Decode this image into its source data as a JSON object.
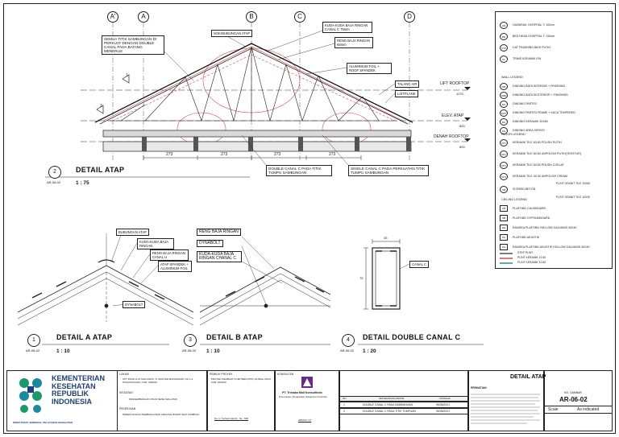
{
  "grid_labels": [
    "A'",
    "A",
    "B",
    "C",
    "D"
  ],
  "main_detail": {
    "title": "DETAIL ATAP",
    "number": "2",
    "code": "AR-06-02",
    "scale": "1 : 75",
    "level_lift": "LIFT ROOFTOP",
    "level_lift_val": "1070",
    "level_elev": "ELEV. ATAP",
    "level_elev_val": "800",
    "level_denah": "DENAH ROOFTOP",
    "level_denah_val": "800",
    "dims": [
      "273",
      "273",
      "273",
      "273"
    ],
    "mark_1": "1",
    "mark_2": "2",
    "callout_a": "SEMUA TITIK SAMBUNGAN DI PERKUAT DENGAN DOUBLE CANAL PADA BATANG MENERUS",
    "callout_b": "NOK/BUBUNGAN ATAP",
    "callout_c": "KUDA-KUDA BAJA RINGAN CANAL C 75mm",
    "callout_d": "RENG BAJA RINGAN 65mm",
    "callout_e": "ALUMINIUM FOIL + ROOF SPANDEK",
    "callout_f": "TALANG AIR",
    "callout_g": "LISTPLANK",
    "callout_h": "DOUBLE CANAL C PADA TITIK TUMPU SAMBUNGAN",
    "callout_i": "SINGLE CANAL C PADA PERKUATAN TITIK TUMPU SAMBUNGAN"
  },
  "detail_a": {
    "number": "1",
    "code": "AR-06-02",
    "title": "DETAIL A ATAP",
    "scale": "1 : 10",
    "label_1": "BUBUNGAN ATAP",
    "label_2": "KUDA-KUDA BAJA RINGAN",
    "label_3": "RENG BAJA RINGAN CANAL U",
    "label_4": "ATAP SPANDEK + ALUMINIUM FOIL",
    "label_5": "DYNABOLT"
  },
  "detail_b": {
    "number": "3",
    "code": "AR-06-02",
    "title": "DETAIL B ATAP",
    "scale": "1 : 10",
    "label_1": "RENG BAJA RINGAN",
    "label_2": "DYNABOLT",
    "label_3": "KUDA-KUDA BAJA RINGAN CHANAL C"
  },
  "detail_c": {
    "number": "4",
    "code": "AR-06-02",
    "title": "DETAIL DOUBLE CANAL C",
    "scale": "1 : 20",
    "dim_w": "35",
    "dim_h": "75",
    "label": "CANAL C"
  },
  "legend": {
    "top": [
      {
        "sym": "HR",
        "text": "HANDRAIL HOSPITAL T: 100cm"
      },
      {
        "sym": "BR",
        "text": "BED HEAD HOSPITAL T: 150cm"
      },
      {
        "sym": "CTP",
        "text": "CAT FINISHING BIKE PUTIH"
      },
      {
        "sym": "PL",
        "text": "TRIMS KERAMIK FIN"
      }
    ],
    "wall_title": "WALL LEGEND",
    "wall": [
      {
        "sym": "DBI",
        "text": "DINDING BATA INTERIOR + FINISHING"
      },
      {
        "sym": "DBE",
        "text": "DINDING BATA EKSTERIOR + FINISHING"
      },
      {
        "sym": "DP",
        "text": "DINDING PARTISI"
      },
      {
        "sym": "DPK",
        "text": "DINDING PARTISI FRAME + KACA TEMPERED"
      },
      {
        "sym": "DK",
        "text": "DINDING KERAMIK 30X60"
      },
      {
        "sym": "DS",
        "text": "DINDING AREA SERVIS"
      }
    ],
    "floor_title": "FLOOR LEGEND",
    "floor": [
      {
        "sym": "KP1",
        "text": "KERAMIK TILE 60.60 POLISH PUTIH"
      },
      {
        "sym": "KP2",
        "text": "KERAMIK TILE 60.60 UNPOLISH PUTIH(TEKSTUR)"
      },
      {
        "sym": "KP3",
        "text": "KERAMIK TILE 60.60 POLISH COKLAT"
      },
      {
        "sym": "KP4",
        "text": "KERAMIK TILE 30.30 UNPOLISH CREAM"
      },
      {
        "sym": "SB",
        "text": "SCREED BETON"
      }
    ],
    "plint_1": "PLINT GRANIT TILE 10X60",
    "plint_2": "PLINT GRANIT TILE 10X30",
    "ceiling_title": "CEILING LEGEND",
    "ceiling": [
      {
        "sym": "CB",
        "text": "PLAFOND CALSIBOARD"
      },
      {
        "sym": "GB",
        "text": "PLAFOND GYPSUMBOARD"
      },
      {
        "sym": "RH",
        "text": "RANGKA PLAFOND HOLLOW GALVANIS 40X40"
      },
      {
        "sym": "PA",
        "text": "PLAFOND AKUSTIK"
      },
      {
        "sym": "RA",
        "text": "RANGKA PLAFOND AKUSTIK HOLLOW GALVANIS 40X40"
      }
    ],
    "lines": [
      "STEP PLINT",
      "PLINT KERAMIK 10.30",
      "PLINT KERAMIK 10.60"
    ]
  },
  "title_block": {
    "ministry_line1": "KEMENTERIAN",
    "ministry_line2": "KESEHATAN",
    "ministry_line3": "REPUBLIK",
    "ministry_line4": "INDONESIA",
    "directorate": "DIREKTORAT JENDERAL PELAYANAN KESEHATAN",
    "lokasi_lbl": "LOKASI",
    "lokasi_val": "UPT RSUD H.M. MOLONDO, Jl. WOLTER MONGINSIDI, NO 1-2, PANAKKUKANG, KAB. SIDRAP",
    "kegiatan_lbl": "KEGIATAN",
    "kegiatan_val": "PENGEMBANGAN RSUD NENE MALLOMO",
    "pekerjaan_lbl": "PEKERJAAN",
    "pekerjaan_val": "PERENCANAAN PEMBANGUNAN GEDUNG RAWAT INAP KAMBOJA",
    "pemilik_lbl": "PEMILIK PROYEK",
    "pemilik_val": "PROYEK PEMBUAT KOMITMEN (PPK) RUMAH SAKIT KAB. SIDRAP",
    "sign_name": "Ns. H. Sehrah Hamid., Ns., MM",
    "konsultan_lbl": "KONSULTAN",
    "konsultan_val": "PT. Trimaka Mali Konsultindo",
    "konsultan_sub": "Perencanaan, Pengawasan, Manajemen Konstruksi",
    "konsultan_sign": "ARMAN, ST",
    "rev_header": [
      "NO",
      "KETERANGAN REVISI",
      "TANGGAL"
    ],
    "revisions": [
      {
        "no": "1",
        "desc": "DOUBLE CANAL C PADA SAMBUNGAN",
        "date": "06/06/2021"
      },
      {
        "no": "2",
        "desc": "DOUBLE CANAL C PADA TITIK TUMPUAN",
        "date": "06/06/2021"
      }
    ],
    "catatan_lbl": "PERHATIAN",
    "sheet_title": "DETAIL ATAP",
    "no_gambar_lbl": "NO. GAMBAR",
    "sheet_no": "AR-06-02",
    "scale_lbl": "Scale",
    "scale_val": "As indicated"
  },
  "colors": {
    "ministry_green": "#1a9a6a",
    "ministry_teal": "#1a8aa0",
    "ministry_blue": "#1f3f7a",
    "konsultan_purple": "#6a2a8a",
    "red_guide": "#d84a4a"
  }
}
